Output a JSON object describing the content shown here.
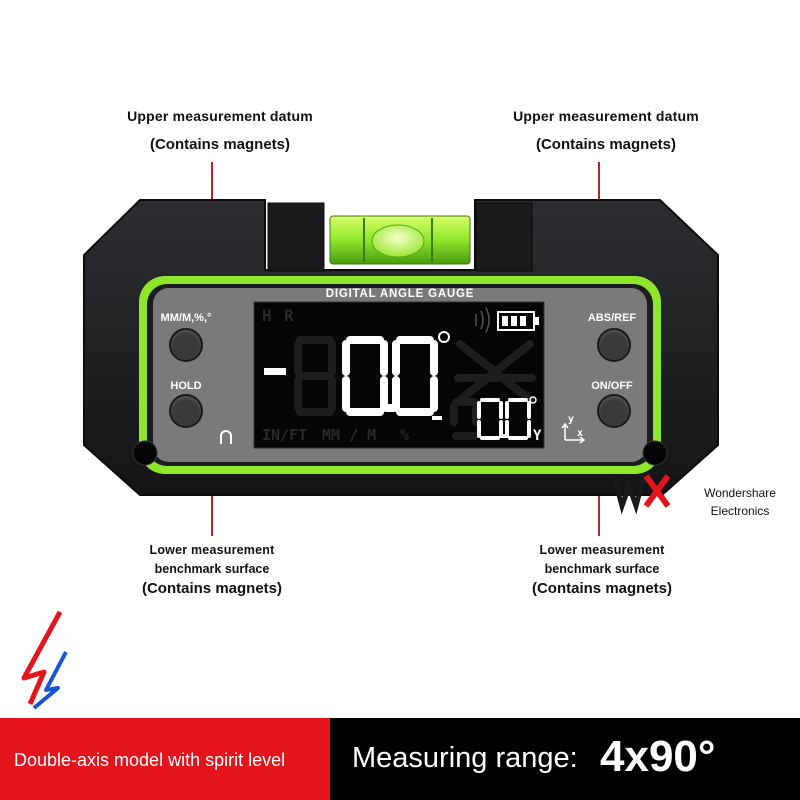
{
  "callouts": {
    "upper_left": {
      "line1": "Upper measurement datum",
      "line2": "(Contains magnets)"
    },
    "upper_right": {
      "line1": "Upper measurement datum",
      "line2": "(Contains magnets)"
    },
    "lower_left": {
      "line1": "Lower measurement",
      "line1b": "benchmark surface",
      "line2": "(Contains magnets)"
    },
    "lower_right": {
      "line1": "Lower measurement",
      "line1b": "benchmark surface",
      "line2": "(Contains magnets)"
    }
  },
  "device": {
    "screen_title": "DIGITAL ANGLE GAUGE",
    "buttons": {
      "units": "MM/M,%,°",
      "hold": "HOLD",
      "abs_ref": "ABS/REF",
      "on_off": "ON/OFF"
    },
    "lcd": {
      "hold_indicator": "H",
      "ref_indicator": "R",
      "main_sign": "-",
      "main_value": "0.0",
      "main_degree": "°",
      "secondary_value": "0.0",
      "secondary_degree": "°",
      "secondary_axis": "Y",
      "unit_in_ft": "IN/FT",
      "unit_mm_m": "MM / M",
      "unit_percent": "%",
      "axis_y": "y",
      "axis_x": "x"
    },
    "colors": {
      "body": "#1f2022",
      "accent_green": "#8fe62a",
      "panel": "#7a7a7a",
      "lcd_bg": "#050505",
      "lcd_on": "#ffffff",
      "lcd_off": "#232323"
    }
  },
  "watermark": {
    "logo": "WX",
    "line1": "Wondershare",
    "line2": "Electronics"
  },
  "banner": {
    "left_text": "Double-axis model with spirit level",
    "right_text": "Measuring range:",
    "right_value": "4x90°",
    "left_color": "#e3141b",
    "right_color": "#000000"
  }
}
